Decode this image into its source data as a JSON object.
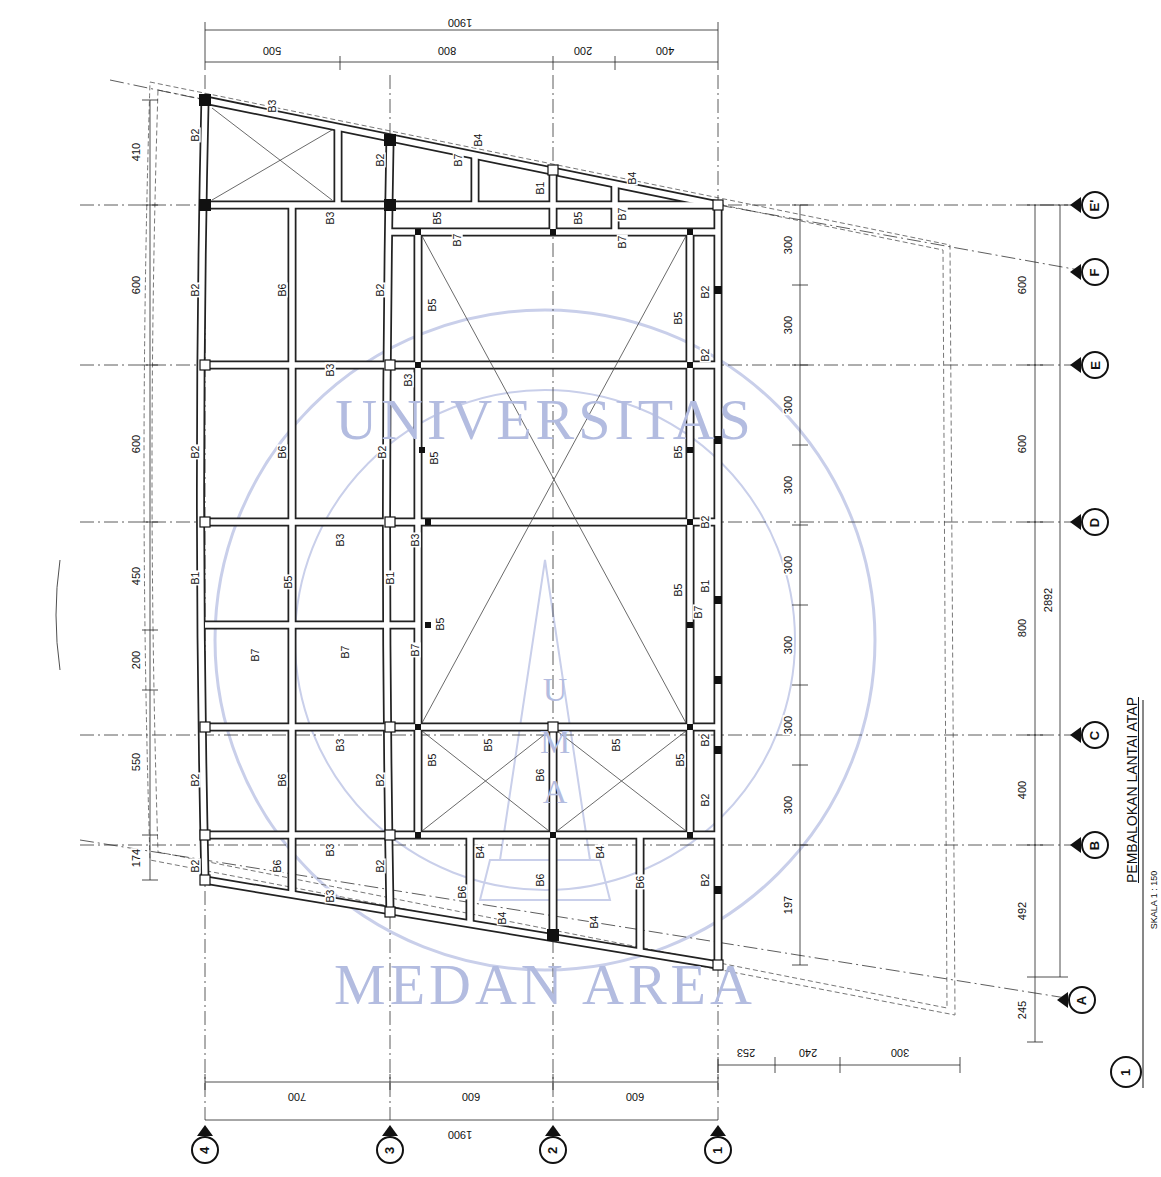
{
  "diagram": {
    "title": "PEMBALOKAN LANTAI ATAP",
    "nodes": [
      {
        "text": [
          "E'"
        ]
      },
      {
        "text": [
          "F"
        ]
      },
      {
        "text": [
          "E"
        ]
      },
      {
        "text": [
          "D"
        ]
      },
      {
        "text": [
          "C"
        ]
      },
      {
        "text": [
          "B"
        ]
      },
      {
        "text": [
          "A"
        ]
      },
      {
        "text": [
          "4"
        ]
      },
      {
        "text": [
          "3"
        ]
      },
      {
        "text": [
          "2"
        ]
      },
      {
        "text": [
          "1"
        ]
      },
      {
        "text": [
          "1"
        ]
      }
    ],
    "labels": [
      "1900",
      "500",
      "800",
      "200",
      "400",
      "410",
      "600",
      "600",
      "450",
      "200",
      "550",
      "174",
      "300",
      "300",
      "300",
      "300",
      "300",
      "300",
      "300",
      "300",
      "197",
      "600",
      "600",
      "800",
      "400",
      "492",
      "245",
      "2892",
      "253",
      "240",
      "300",
      "700",
      "600",
      "600",
      "1900",
      "SKALA 1 : 150",
      "B2",
      "B3",
      "B2",
      "B4",
      "B7",
      "B1",
      "B4",
      "B3",
      "B5",
      "B7",
      "B5",
      "B7",
      "B7",
      "B2",
      "B6",
      "B2",
      "B5",
      "B5",
      "B2",
      "B3",
      "B3",
      "B2",
      "B2",
      "B6",
      "B2",
      "B5",
      "B5",
      "B3",
      "B3",
      "B2",
      "B1",
      "B5",
      "B1",
      "B5",
      "B1",
      "B7",
      "B7",
      "B7",
      "B5",
      "B7",
      "B3",
      "B5",
      "B6",
      "B5",
      "B2",
      "B6",
      "B2",
      "B5",
      "B5",
      "B2",
      "B2",
      "B2",
      "B6",
      "B3",
      "B2",
      "B4",
      "B4",
      "B6",
      "B6",
      "B6",
      "B3",
      "B4",
      "B4",
      "B2",
      "UNIVERSITAS",
      "MEDAN AREA",
      "U",
      "M",
      "A"
    ]
  }
}
